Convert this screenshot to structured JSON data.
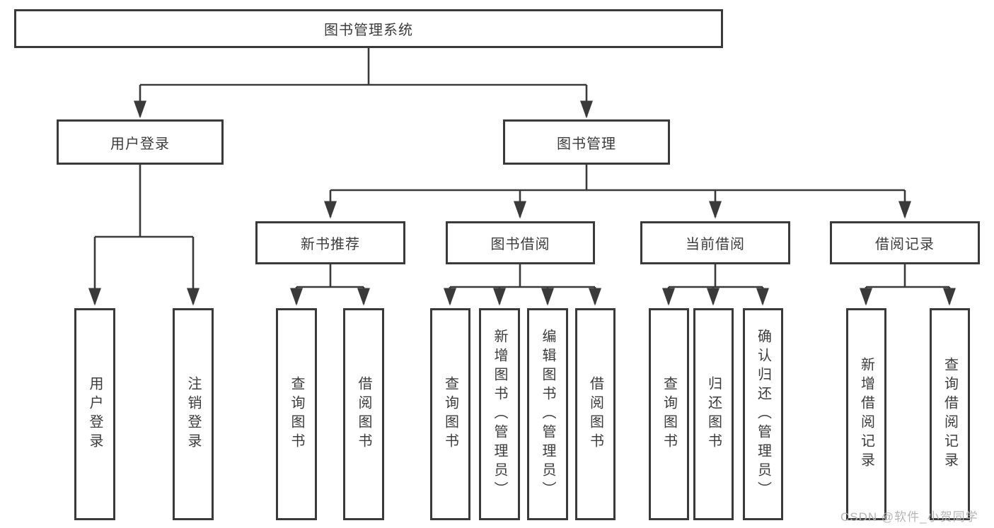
{
  "diagram": {
    "root": {
      "label": "图书管理系统",
      "children": [
        {
          "label": "用户登录",
          "children": [
            {
              "label": "用户登录"
            },
            {
              "label": "注销登录"
            }
          ]
        },
        {
          "label": "图书管理",
          "children": [
            {
              "label": "新书推荐",
              "children": [
                {
                  "label": "查询图书"
                },
                {
                  "label": "借阅图书"
                }
              ]
            },
            {
              "label": "图书借阅",
              "children": [
                {
                  "label": "查询图书"
                },
                {
                  "label": "新增图书（管理员）"
                },
                {
                  "label": "编辑图书（管理员）"
                },
                {
                  "label": "借阅图书"
                }
              ]
            },
            {
              "label": "当前借阅",
              "children": [
                {
                  "label": "查询图书"
                },
                {
                  "label": "归还图书"
                },
                {
                  "label": "确认归还（管理员）"
                }
              ]
            },
            {
              "label": "借阅记录",
              "children": [
                {
                  "label": "新增借阅记录"
                },
                {
                  "label": "查询借阅记录"
                }
              ]
            }
          ]
        }
      ]
    }
  },
  "watermark": {
    "text": "CSDN @软件_小贺同学"
  },
  "colors": {
    "line": "#3a3a3a",
    "text": "#3c3c3c",
    "watermark": "#b5b5b5",
    "background": "#ffffff"
  }
}
